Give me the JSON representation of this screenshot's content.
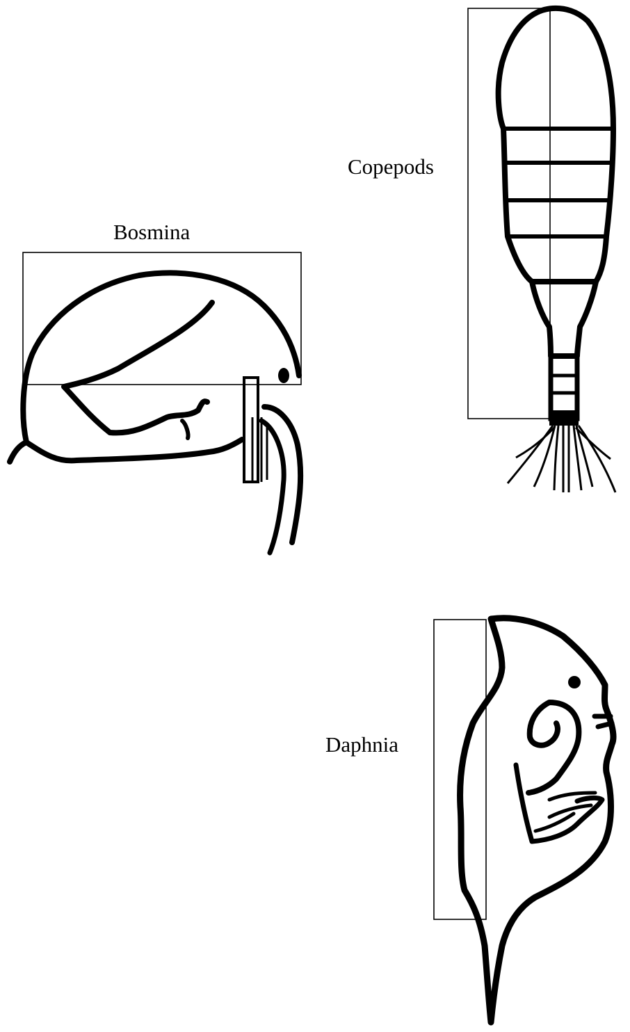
{
  "labels": {
    "bosmina": "Bosmina",
    "copepods": "Copepods",
    "daphnia": "Daphnia"
  },
  "colors": {
    "ink": "#000000",
    "background": "#ffffff"
  }
}
